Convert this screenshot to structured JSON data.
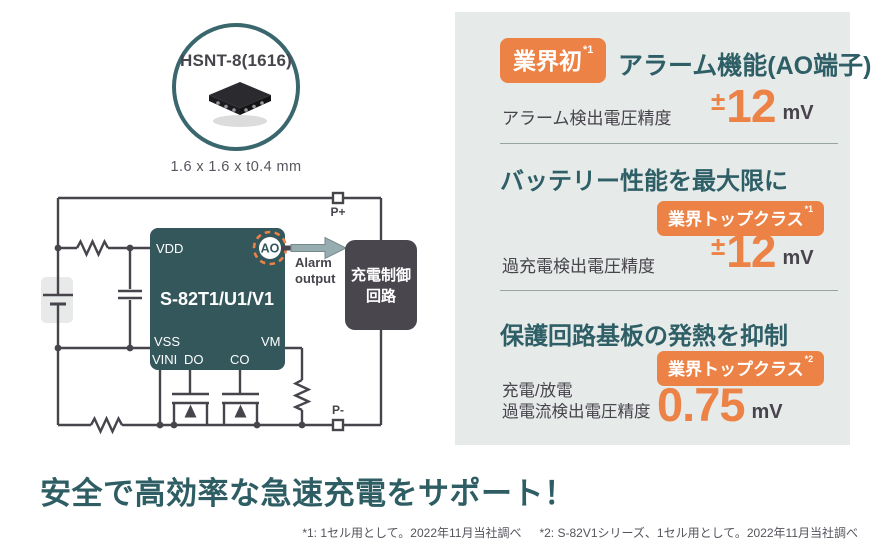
{
  "package": {
    "name": "HSNT-8(1616)",
    "size": "1.6 x 1.6 x t0.4 mm"
  },
  "circuit": {
    "ic": "S-82T1/U1/V1",
    "pin_vdd": "VDD",
    "pin_ao": "AO",
    "pin_vss": "VSS",
    "pin_vini": "VINI",
    "pin_do": "DO",
    "pin_co": "CO",
    "pin_vm": "VM",
    "terminal_plus": "P+",
    "terminal_minus": "P-",
    "alarm_word1": "Alarm",
    "alarm_word2": "output",
    "charge_box_line1": "充電制御",
    "charge_box_line2": "回路"
  },
  "features": {
    "alarm": {
      "badge": "業界初",
      "badge_sup": "*1",
      "title": "アラーム機能(AO端子)",
      "label": "アラーム検出電圧精度",
      "sign": "±",
      "value": "12",
      "unit": "mV"
    },
    "overcharge": {
      "title": "バッテリー性能を最大限に",
      "badge": "業界トップクラス",
      "badge_sup": "*1",
      "label": "過充電検出電圧精度",
      "sign": "±",
      "value": "12",
      "unit": "mV"
    },
    "overcurrent": {
      "title": "保護回路基板の発熱を抑制",
      "badge": "業界トップクラス",
      "badge_sup": "*2",
      "label_line1": "充電/放電",
      "label_line2": "過電流検出電圧精度",
      "value": "0.75",
      "unit": "mV"
    }
  },
  "headline": "安全で高効率な急速充電をサポート！",
  "footnotes": {
    "note1": "*1: 1セル用として。2022年11月当社調べ",
    "note2": "*2: S-82V1シリーズ、1セル用として。2022年11月当社調べ"
  },
  "colors": {
    "accent_orange": "#EC8246",
    "heading_teal": "#2F5F66",
    "ic_teal": "#34575C",
    "panel_gray": "#E6EAE9",
    "charge_box_gray": "#49464E",
    "dark_text": "#47444B"
  }
}
